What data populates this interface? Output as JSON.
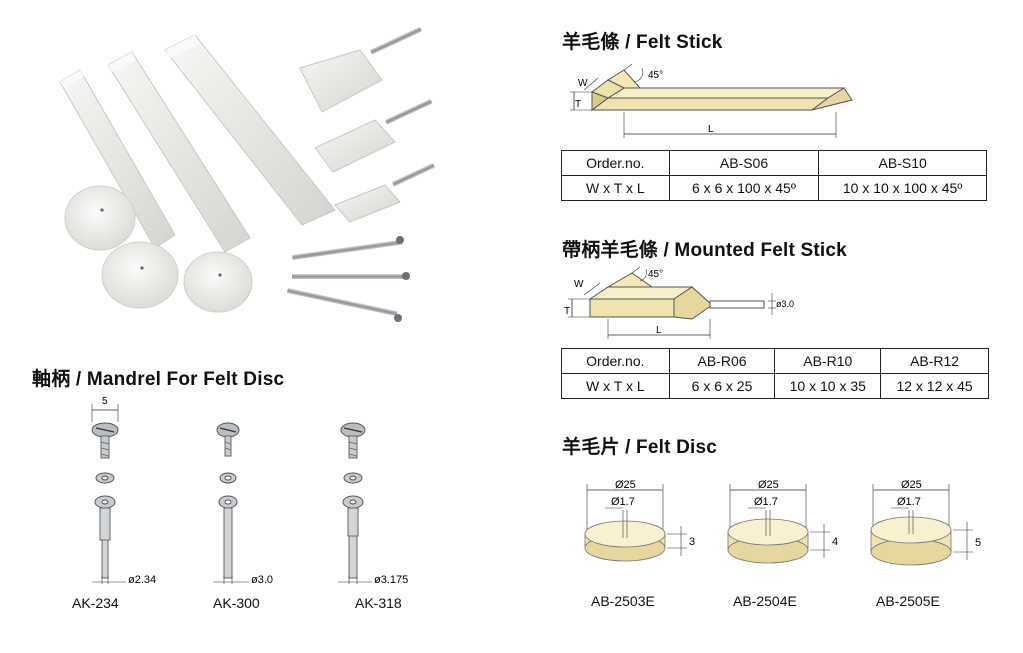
{
  "felt_stick": {
    "heading": "羊毛條 / Felt Stick",
    "diagram": {
      "w": "W",
      "t": "T",
      "l": "L",
      "angle": "45°"
    },
    "table": {
      "header": [
        "Order.no.",
        "AB-S06",
        "AB-S10"
      ],
      "row": [
        "W x T x L",
        "6 x 6 x 100 x 45º",
        "10 x 10 x 100 x 45º"
      ]
    }
  },
  "mounted_felt_stick": {
    "heading": "帶柄羊毛條 / Mounted Felt Stick",
    "diagram": {
      "w": "W",
      "t": "T",
      "l": "L",
      "angle": "45°",
      "shank": "ø3.0"
    },
    "table": {
      "header": [
        "Order.no.",
        "AB-R06",
        "AB-R10",
        "AB-R12"
      ],
      "row": [
        "W x T x L",
        "6 x 6 x 25",
        "10 x 10 x 35",
        "12 x 12 x 45"
      ]
    }
  },
  "felt_disc": {
    "heading": "羊毛片 / Felt Disc",
    "items": [
      {
        "code": "AB-2503E",
        "diameter": "Ø25",
        "hole": "Ø1.7",
        "thickness": "3"
      },
      {
        "code": "AB-2504E",
        "diameter": "Ø25",
        "hole": "Ø1.7",
        "thickness": "4"
      },
      {
        "code": "AB-2505E",
        "diameter": "Ø25",
        "hole": "Ø1.7",
        "thickness": "5"
      }
    ]
  },
  "mandrel": {
    "heading": "軸柄 / Mandrel For Felt Disc",
    "head_width": "5",
    "items": [
      {
        "code": "AK-234",
        "diameter": "ø2.34"
      },
      {
        "code": "AK-300",
        "diameter": "ø3.0"
      },
      {
        "code": "AK-318",
        "diameter": "ø3.175"
      }
    ]
  },
  "colors": {
    "felt": "#f4ecc2",
    "felt_edge": "#c9bd86",
    "photo_felt": "#e9e9e6",
    "steel": "#9aa0a6",
    "text": "#111111"
  },
  "icons": [
    "felt-stick-drawing",
    "mounted-felt-stick-drawing",
    "felt-disc-drawing",
    "mandrel-drawing",
    "product-photo"
  ]
}
